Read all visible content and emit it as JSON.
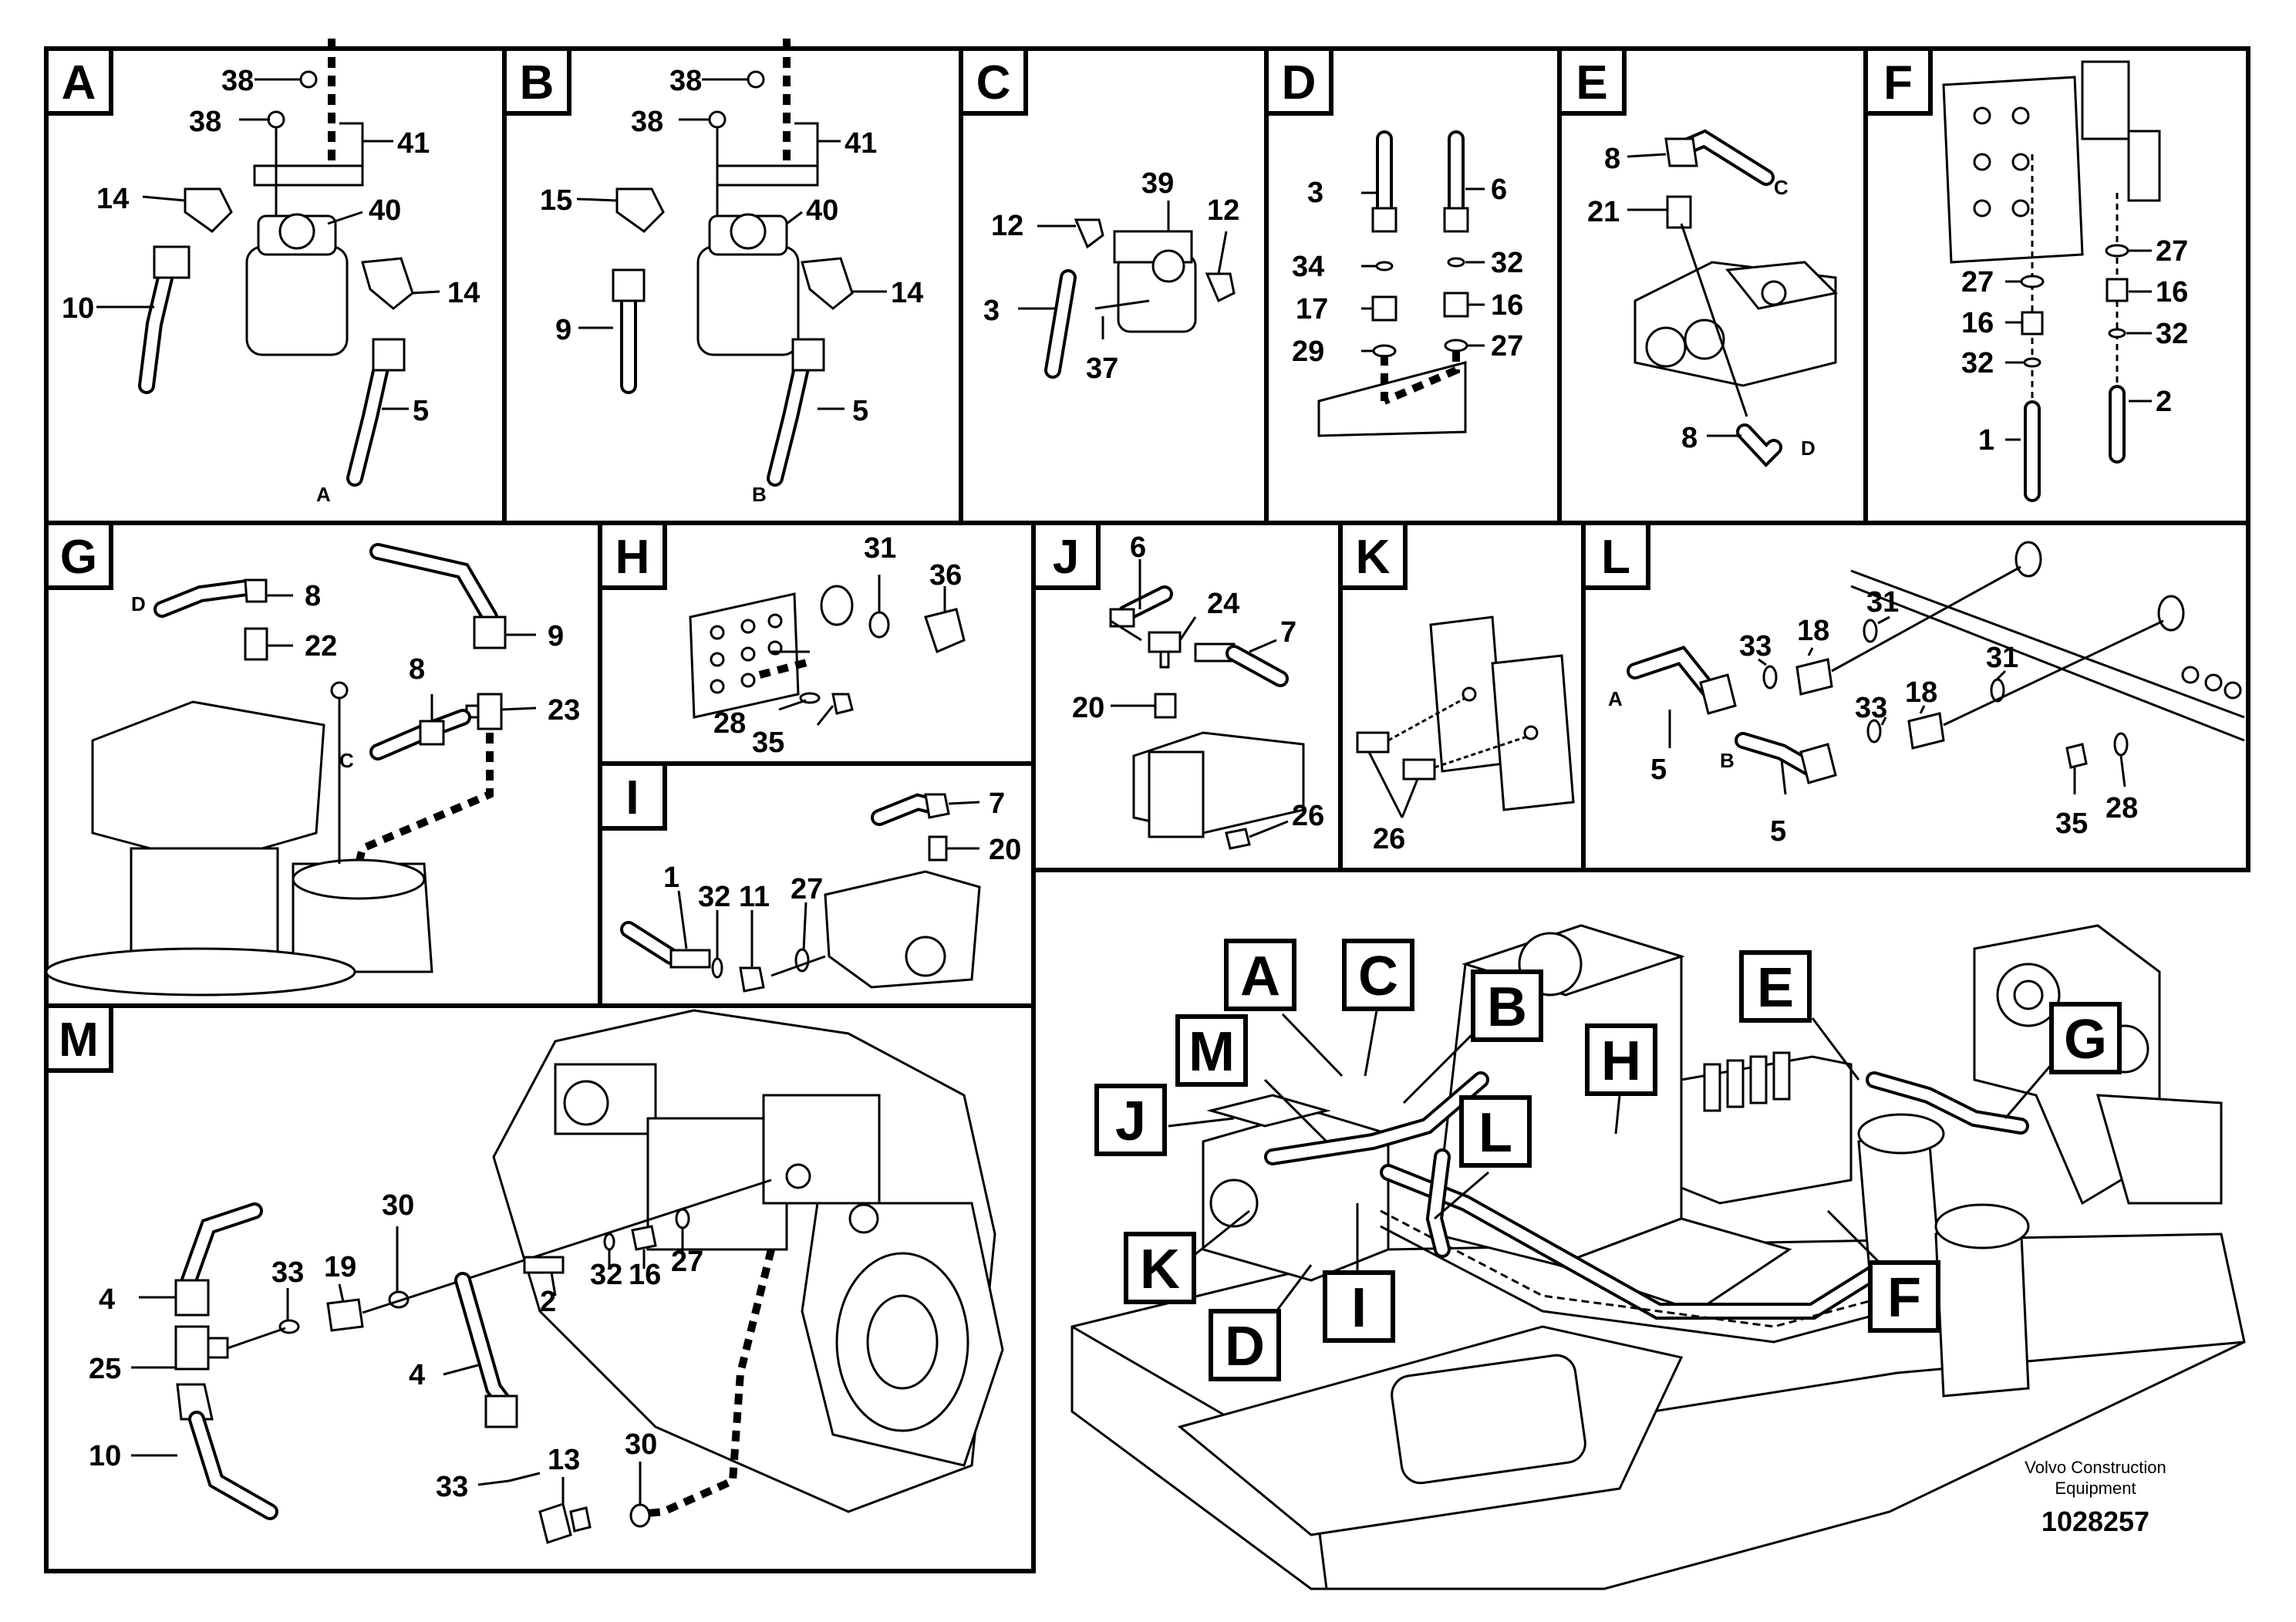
{
  "panels": {
    "A": {
      "title": "A",
      "labels": [
        "38",
        "38",
        "41",
        "14",
        "40",
        "10",
        "14",
        "5"
      ],
      "end_marker": "A"
    },
    "B": {
      "title": "B",
      "labels": [
        "38",
        "38",
        "41",
        "15",
        "40",
        "9",
        "14",
        "5"
      ],
      "end_marker": "B"
    },
    "C": {
      "title": "C",
      "labels": [
        "39",
        "12",
        "12",
        "3",
        "37"
      ]
    },
    "D": {
      "title": "D",
      "labels": [
        "3",
        "6",
        "34",
        "32",
        "17",
        "16",
        "29",
        "27"
      ]
    },
    "E": {
      "title": "E",
      "labels": [
        "8",
        "21",
        "8"
      ],
      "markers": [
        "C",
        "D"
      ]
    },
    "F": {
      "title": "F",
      "labels": [
        "27",
        "27",
        "16",
        "16",
        "32",
        "32",
        "2",
        "1"
      ]
    },
    "G": {
      "title": "G",
      "labels": [
        "8",
        "9",
        "22",
        "8",
        "23"
      ],
      "markers": [
        "D",
        "C"
      ]
    },
    "H": {
      "title": "H",
      "labels": [
        "31",
        "36",
        "28",
        "35"
      ]
    },
    "I": {
      "title": "I",
      "labels": [
        "7",
        "20",
        "1",
        "32",
        "11",
        "27"
      ]
    },
    "J": {
      "title": "J",
      "labels": [
        "6",
        "24",
        "7",
        "20",
        "26"
      ]
    },
    "K": {
      "title": "K",
      "labels": [
        "26"
      ]
    },
    "L": {
      "title": "L",
      "labels": [
        "31",
        "18",
        "33",
        "31",
        "18",
        "33",
        "5",
        "5",
        "35",
        "28"
      ],
      "markers": [
        "A",
        "B"
      ]
    },
    "M": {
      "title": "M",
      "labels": [
        "4",
        "33",
        "19",
        "30",
        "25",
        "2",
        "32",
        "16",
        "27",
        "10",
        "4",
        "33",
        "13",
        "30"
      ]
    }
  },
  "overview": {
    "callouts": [
      "A",
      "C",
      "B",
      "M",
      "H",
      "J",
      "L",
      "E",
      "G",
      "K",
      "D",
      "I",
      "F"
    ]
  },
  "footer": {
    "brand_line1": "Volvo Construction",
    "brand_line2": "Equipment",
    "doc_number": "1028257"
  }
}
